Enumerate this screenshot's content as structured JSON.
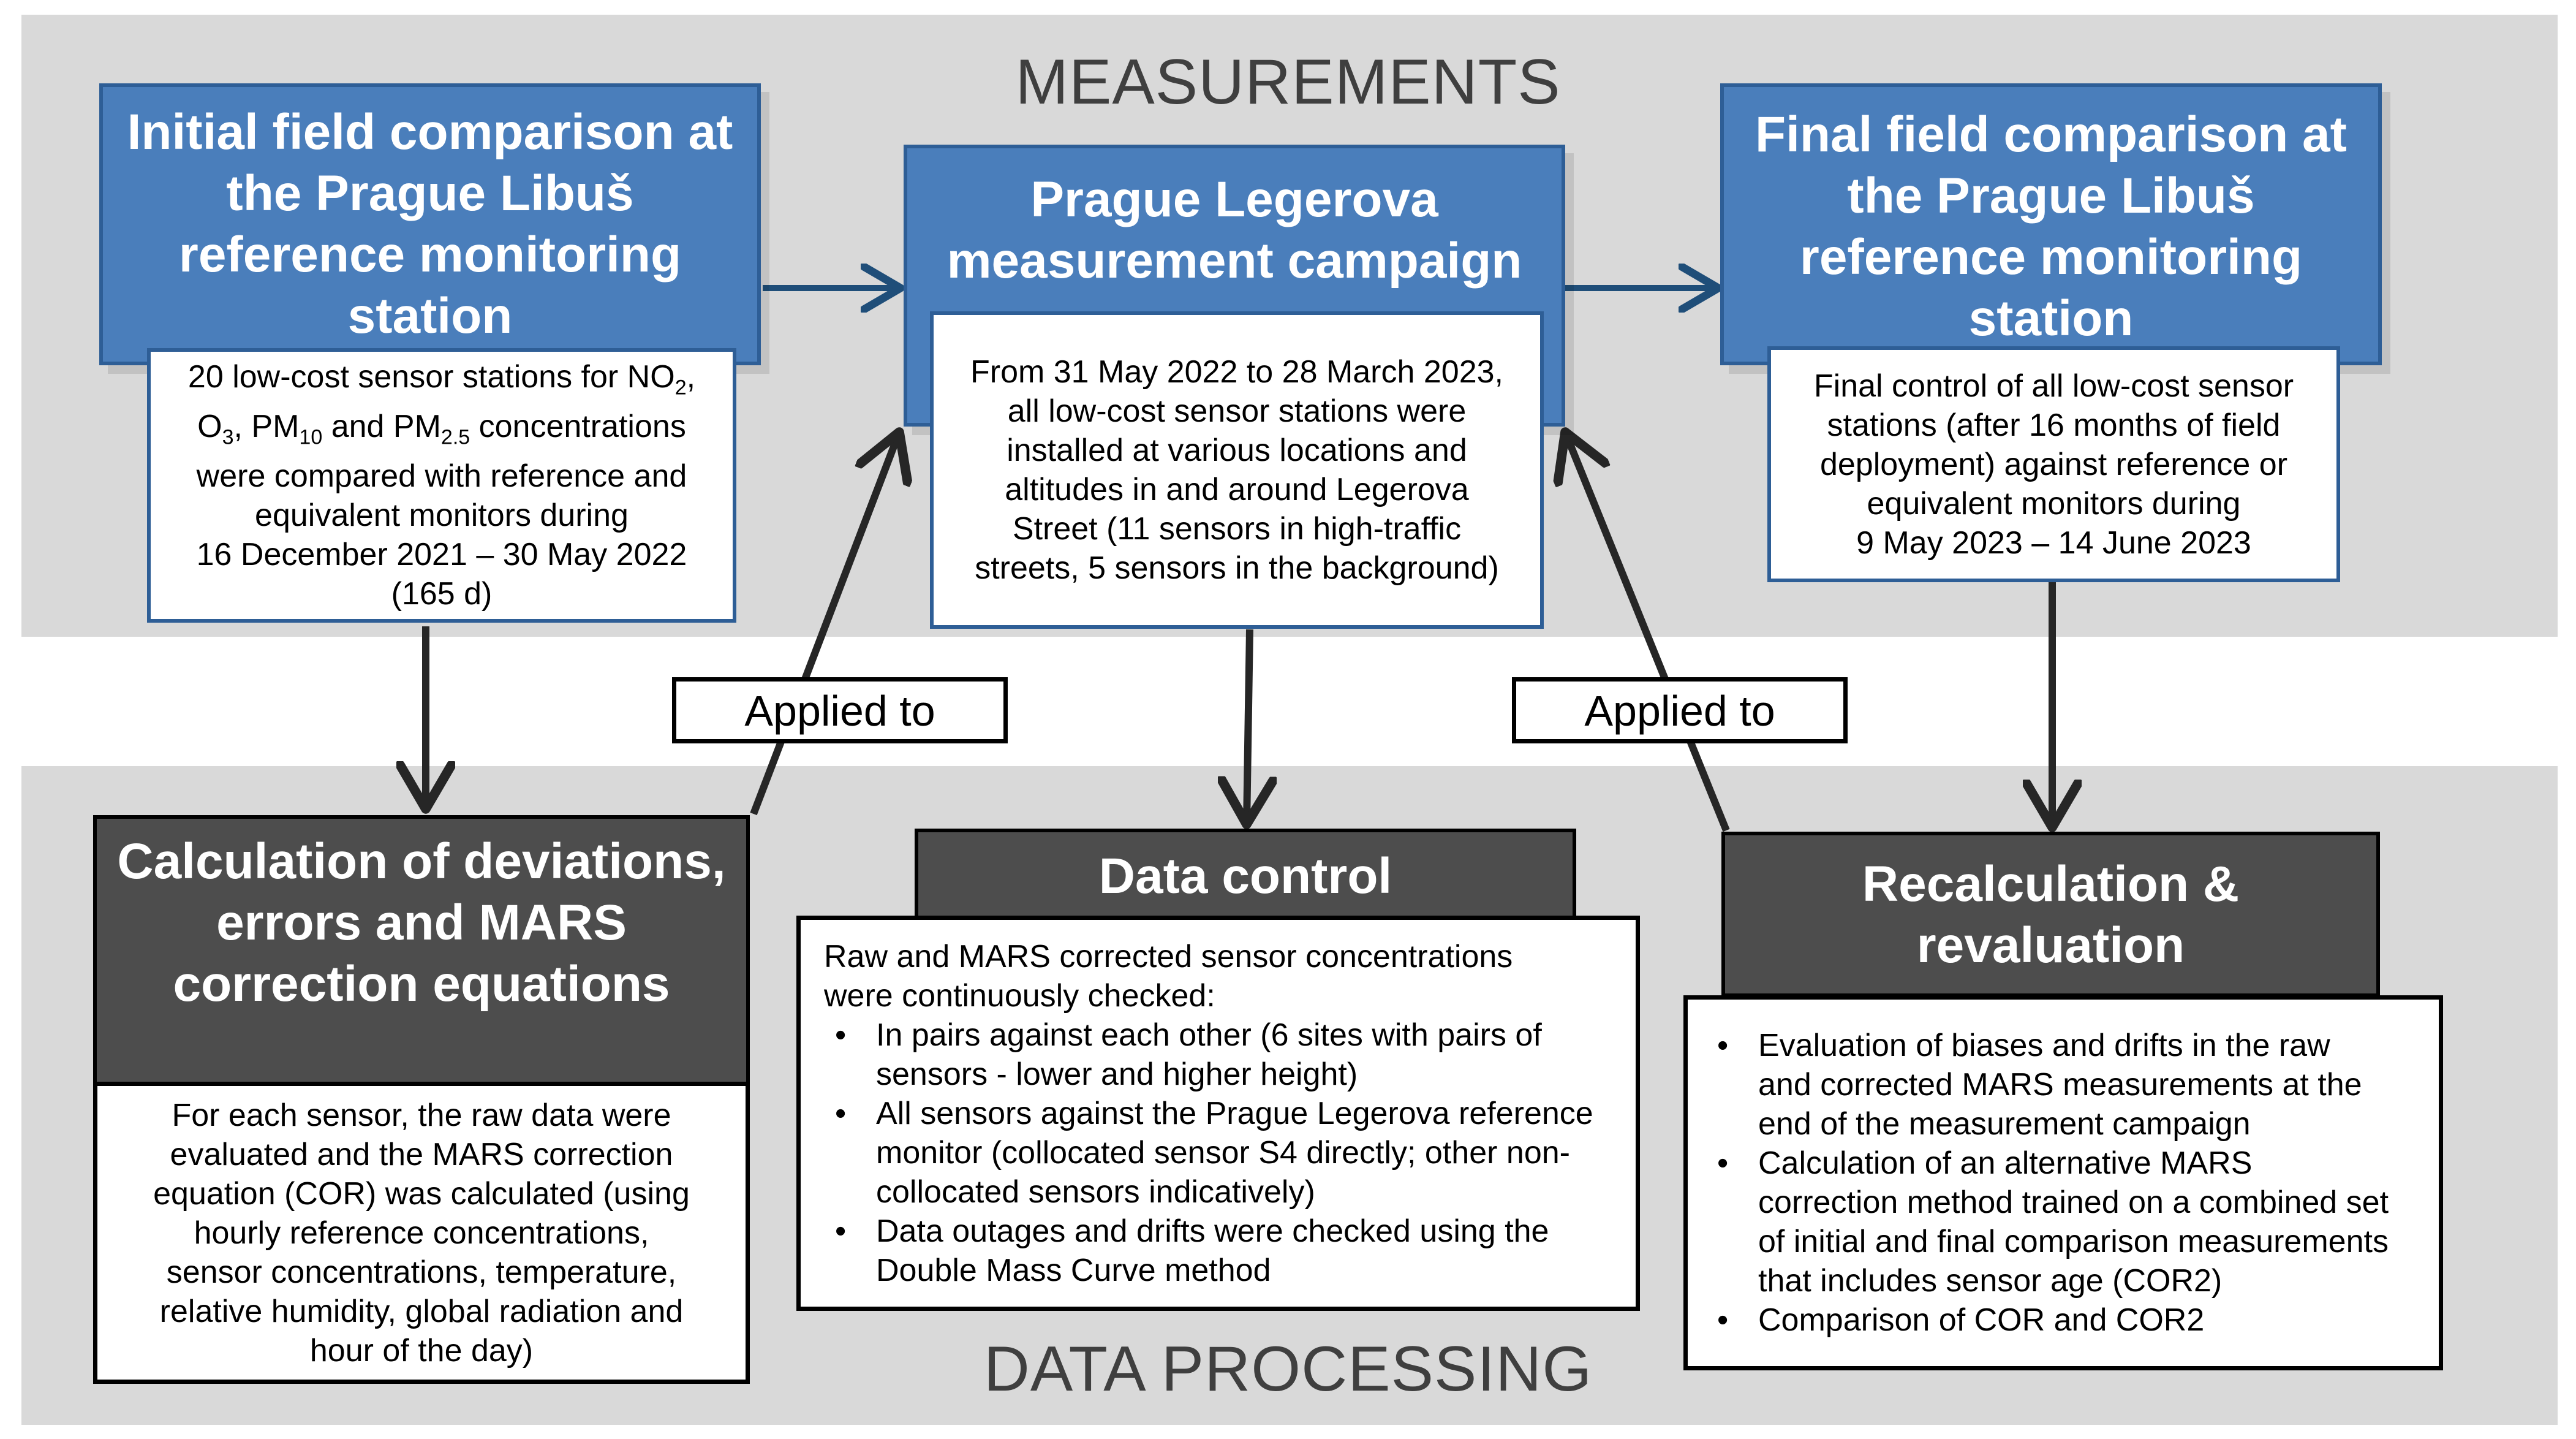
{
  "sections": {
    "measurements": "MEASUREMENTS",
    "data_processing": "DATA PROCESSING"
  },
  "measurement_boxes": [
    {
      "title": "Initial field comparison at the Prague Libuš reference monitoring station",
      "description_parts": [
        "20 low-cost sensor stations for NO",
        "2",
        ",\nO",
        "3",
        ", PM",
        "10",
        " and PM",
        "2.5",
        " concentrations\nwere compared with reference and\nequivalent monitors during\n16 December 2021 – 30 May 2022\n(165 d)"
      ]
    },
    {
      "title": "Prague Legerova measurement campaign",
      "description": "From 31 May 2022 to 28 March 2023,\nall low-cost sensor stations were\ninstalled at various locations and\naltitudes in and around Legerova\nStreet (11 sensors in high-traffic\nstreets, 5 sensors in the background)"
    },
    {
      "title": "Final field comparison at the Prague Libuš reference monitoring station",
      "description": "Final control of all low-cost sensor\nstations (after 16 months of field\ndeployment) against reference or\nequivalent monitors during\n9 May 2023 – 14 June 2023"
    }
  ],
  "processing_boxes": [
    {
      "title": "Calculation of deviations, errors and MARS correction equations",
      "description": "For each sensor, the raw data were\nevaluated and the MARS correction\nequation (COR) was calculated (using\nhourly reference concentrations,\nsensor concentrations, temperature,\nrelative humidity, global radiation and\nhour of the day)"
    },
    {
      "title": "Data control",
      "intro": "Raw and MARS corrected sensor concentrations\nwere continuously checked:",
      "bullets": [
        "In pairs against each other (6 sites with pairs of\nsensors - lower and higher height)",
        "All sensors against the Prague Legerova reference\nmonitor (collocated sensor S4 directly; other non-\ncollocated sensors indicatively)",
        "Data outages and drifts were checked using the\nDouble Mass Curve method"
      ]
    },
    {
      "title": "Recalculation & revaluation",
      "bullets": [
        "Evaluation of biases and drifts in the raw\nand corrected MARS measurements at the\nend of the measurement campaign",
        "Calculation of an alternative MARS\ncorrection method trained on a combined set\nof initial and final comparison measurements\nthat includes sensor age (COR2)",
        "Comparison of COR and COR2"
      ]
    }
  ],
  "labels": {
    "applied_to_1": "Applied to",
    "applied_to_2": "Applied to"
  },
  "colors": {
    "band": "#d9d9d9",
    "blue_fill": "#4a7ebb",
    "blue_border": "#2e5e96",
    "dark_fill": "#4d4d4d",
    "arrow_blue": "#1f4e79",
    "arrow_dark": "#262626"
  }
}
